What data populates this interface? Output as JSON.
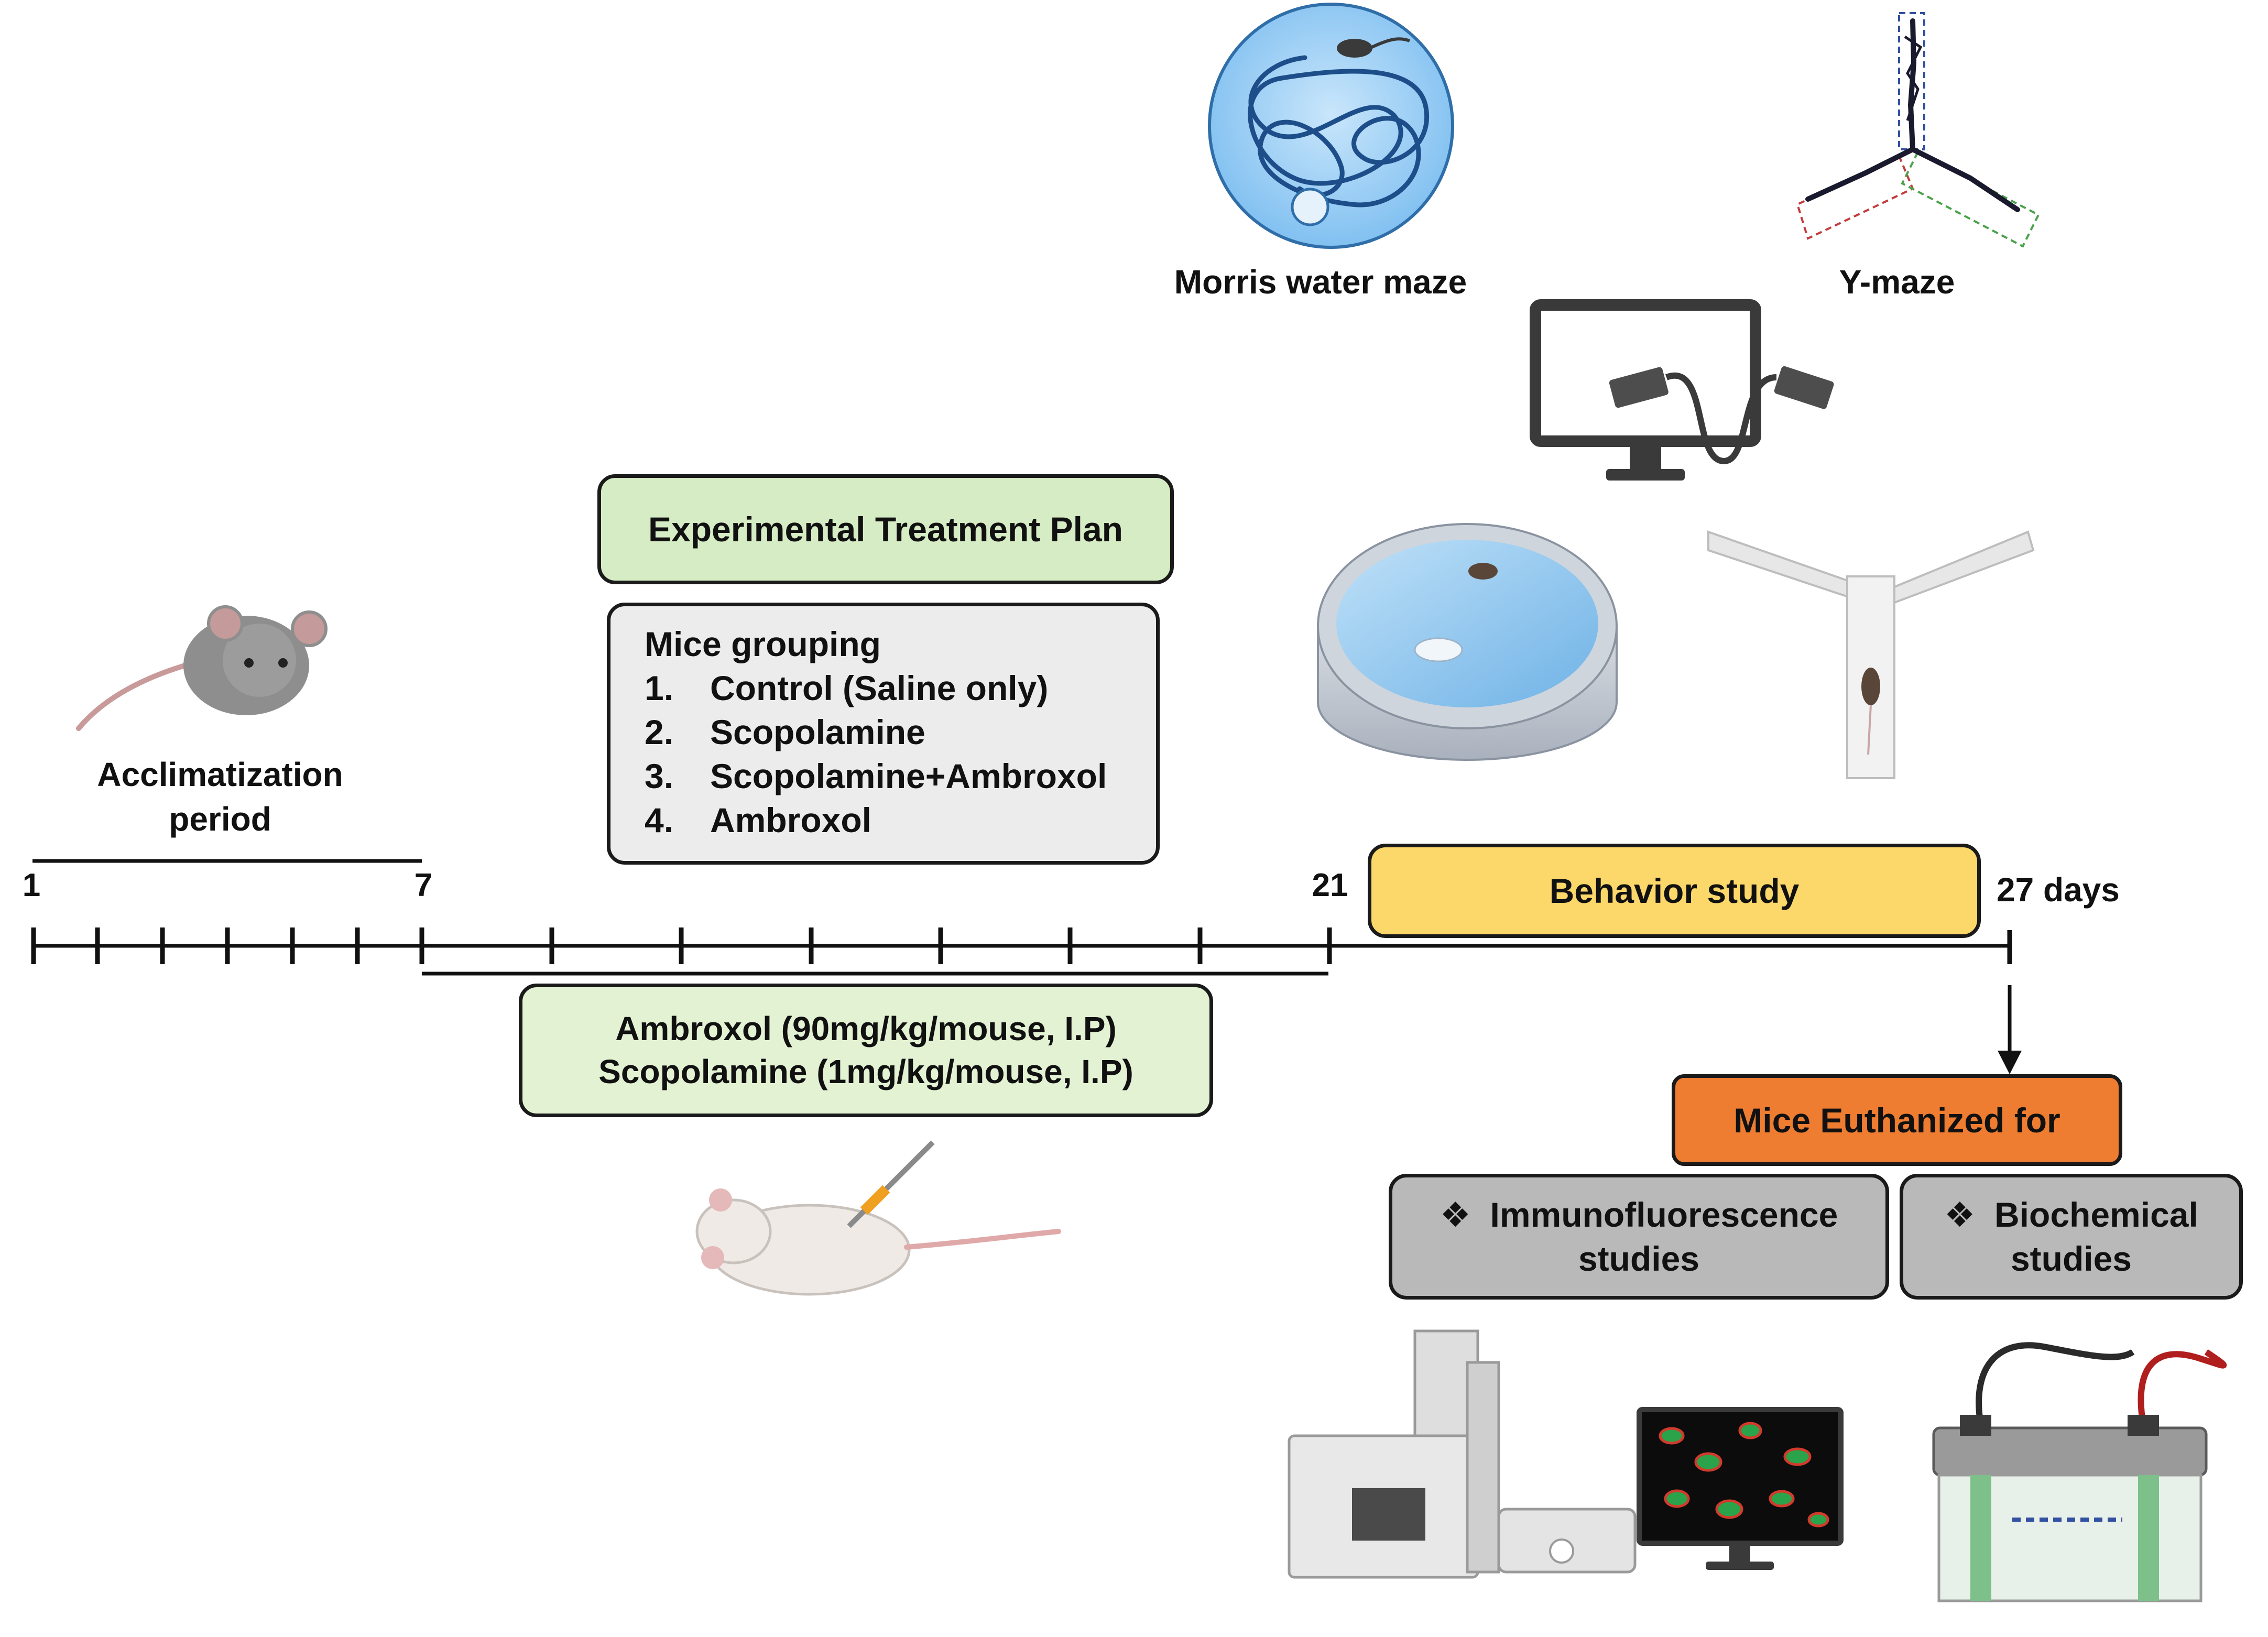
{
  "labels": {
    "morris": "Morris water maze",
    "ymaze": "Y-maze",
    "acclimatization_1": "Acclimatization",
    "acclimatization_2": "period"
  },
  "timeline": {
    "day_1": "1",
    "day_7": "7",
    "day_21": "21",
    "day_27": "27 days"
  },
  "plan": {
    "title": "Experimental Treatment Plan",
    "grouping_title": "Mice grouping",
    "groups": [
      {
        "num": "1.",
        "name": "Control (Saline only)"
      },
      {
        "num": "2.",
        "name": "Scopolamine"
      },
      {
        "num": "3.",
        "name": "Scopolamine+Ambroxol"
      },
      {
        "num": "4.",
        "name": "Ambroxol"
      }
    ]
  },
  "dosing": {
    "line1": "Ambroxol (90mg/kg/mouse, I.P)",
    "line2": "Scopolamine (1mg/kg/mouse, I.P)"
  },
  "behavior": {
    "label": "Behavior study"
  },
  "euthanasia": {
    "label": "Mice Euthanized for"
  },
  "studies": {
    "bullet": "❖",
    "immuno_1": "Immunofluorescence",
    "immuno_2": "studies",
    "biochem_1": "Biochemical",
    "biochem_2": "studies"
  },
  "colors": {
    "green_light": "#d6ecc4",
    "green_pale": "#e3f2d3",
    "grey_box": "#ececec",
    "yellow": "#fcd86a",
    "orange": "#ee7d31",
    "grey_study": "#b9b9b9"
  }
}
